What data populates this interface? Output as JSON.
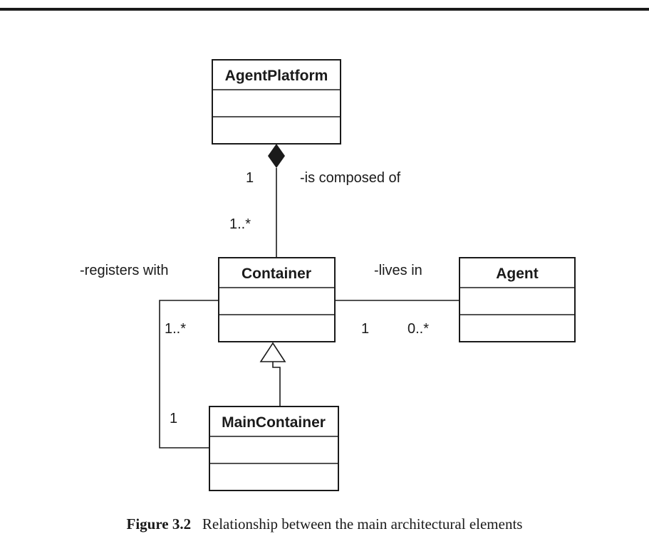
{
  "classes": {
    "agent_platform": "AgentPlatform",
    "container": "Container",
    "agent": "Agent",
    "main_container": "MainContainer"
  },
  "associations": {
    "composition": {
      "label": "-is composed of",
      "platform_mult": "1",
      "container_mult": "1..*"
    },
    "lives_in": {
      "label": "-lives in",
      "container_mult": "1",
      "agent_mult": "0..*"
    },
    "registers_with": {
      "label": "-registers with",
      "container_mult": "1..*",
      "main_mult": "1"
    }
  },
  "caption": {
    "number": "Figure 3.2",
    "text": "Relationship between the main architectural elements"
  }
}
